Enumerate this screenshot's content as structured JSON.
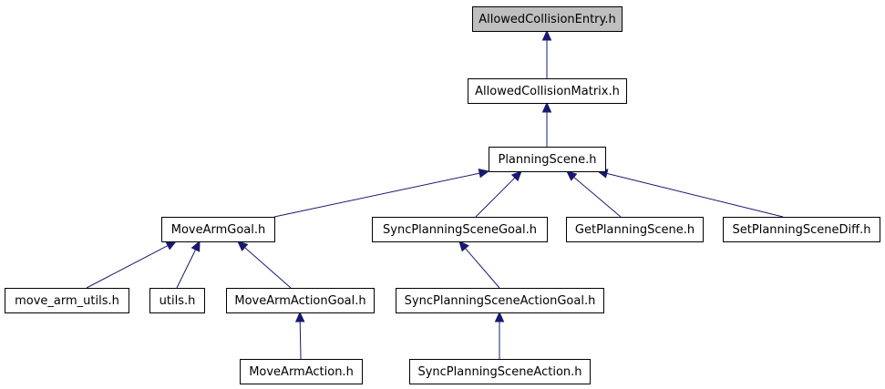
{
  "colors": {
    "edge": "#191970",
    "root_fill": "#bfbfbf",
    "node_fill": "#ffffff",
    "border": "#000000"
  },
  "nodes": [
    {
      "id": "allowed-collision-entry",
      "label": "AllowedCollisionEntry.h",
      "root": true
    },
    {
      "id": "allowed-collision-matrix",
      "label": "AllowedCollisionMatrix.h"
    },
    {
      "id": "planning-scene",
      "label": "PlanningScene.h"
    },
    {
      "id": "move-arm-goal",
      "label": "MoveArmGoal.h"
    },
    {
      "id": "sync-planning-scene-goal",
      "label": "SyncPlanningSceneGoal.h"
    },
    {
      "id": "get-planning-scene",
      "label": "GetPlanningScene.h"
    },
    {
      "id": "set-planning-scene-diff",
      "label": "SetPlanningSceneDiff.h"
    },
    {
      "id": "move-arm-utils",
      "label": "move_arm_utils.h"
    },
    {
      "id": "utils",
      "label": "utils.h"
    },
    {
      "id": "move-arm-action-goal",
      "label": "MoveArmActionGoal.h"
    },
    {
      "id": "sync-planning-scene-action-goal",
      "label": "SyncPlanningSceneActionGoal.h"
    },
    {
      "id": "move-arm-action",
      "label": "MoveArmAction.h"
    },
    {
      "id": "sync-planning-scene-action",
      "label": "SyncPlanningSceneAction.h"
    }
  ],
  "edges": [
    {
      "from": "allowed-collision-matrix",
      "to": "allowed-collision-entry"
    },
    {
      "from": "planning-scene",
      "to": "allowed-collision-matrix"
    },
    {
      "from": "move-arm-goal",
      "to": "planning-scene"
    },
    {
      "from": "sync-planning-scene-goal",
      "to": "planning-scene"
    },
    {
      "from": "get-planning-scene",
      "to": "planning-scene"
    },
    {
      "from": "set-planning-scene-diff",
      "to": "planning-scene"
    },
    {
      "from": "move-arm-utils",
      "to": "move-arm-goal"
    },
    {
      "from": "utils",
      "to": "move-arm-goal"
    },
    {
      "from": "move-arm-action-goal",
      "to": "move-arm-goal"
    },
    {
      "from": "sync-planning-scene-action-goal",
      "to": "sync-planning-scene-goal"
    },
    {
      "from": "move-arm-action",
      "to": "move-arm-action-goal"
    },
    {
      "from": "sync-planning-scene-action",
      "to": "sync-planning-scene-action-goal"
    }
  ]
}
